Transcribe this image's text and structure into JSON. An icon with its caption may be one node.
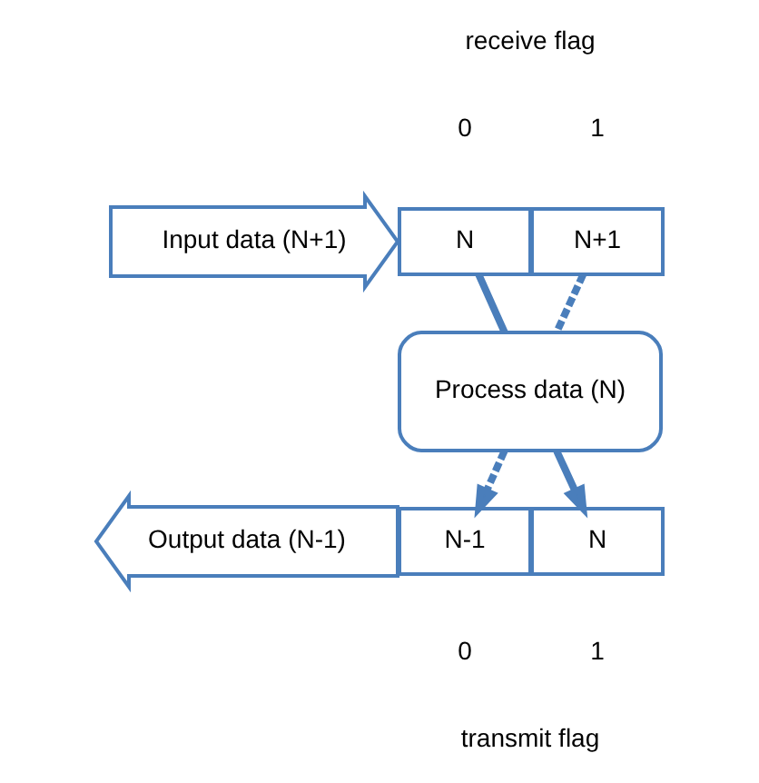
{
  "diagram": {
    "nodes": [
      {
        "text": [
          "Input data (N+1)"
        ]
      },
      {
        "text": [
          "N"
        ]
      },
      {
        "text": [
          "N+1"
        ]
      },
      {
        "text": [
          "Process data (N)"
        ]
      },
      {
        "text": [
          "Output data (N-1)"
        ]
      },
      {
        "text": [
          "N-1"
        ]
      },
      {
        "text": [
          "N"
        ]
      }
    ],
    "edges": [
      {
        "from": 1,
        "to": 3,
        "arrow": "none"
      },
      {
        "from": 2,
        "to": 3,
        "arrow": "none",
        "style": "dashed"
      },
      {
        "from": 3,
        "to": 5,
        "arrow": "to",
        "style": "dashed"
      },
      {
        "from": 3,
        "to": 6,
        "arrow": "to"
      }
    ],
    "labels": [
      "receive flag",
      "0",
      "1",
      "0",
      "1",
      "transmit flag"
    ]
  }
}
